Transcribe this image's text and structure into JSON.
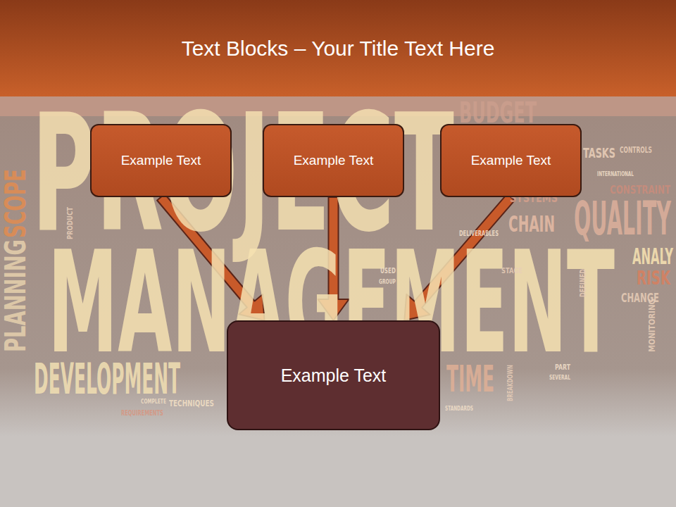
{
  "diagram": {
    "title": "Text Blocks – Your Title Text Here",
    "nodes": [
      {
        "text": [
          "Example Text"
        ]
      },
      {
        "text": [
          "Example Text"
        ]
      },
      {
        "text": [
          "Example Text"
        ]
      },
      {
        "text": [
          "Example Text"
        ]
      }
    ],
    "edges": [
      {
        "from": 0,
        "to": 3,
        "arrow": "to"
      },
      {
        "from": 1,
        "to": 3,
        "arrow": "to"
      },
      {
        "from": 2,
        "to": 3,
        "arrow": "to"
      }
    ],
    "labels": [
      "PROJECT",
      "MANAGEMENT",
      "DEVELOPMENT",
      "QUALITY",
      "PLANNING",
      "SCOPE",
      "BUDGET",
      "TASKS",
      "CONTROLS",
      "INTERNATIONAL",
      "CONSTRAINT",
      "SYSTEMS",
      "CHAIN",
      "ANALY",
      "RISK",
      "CHANGE",
      "MONITORING",
      "DEFINED",
      "STAGE",
      "USED",
      "GROUP",
      "PART",
      "SEVERAL",
      "BREAKDOWN",
      "STANDARDS",
      "TIME",
      "PRODUCT",
      "TECHNIQUES",
      "COMPLETE",
      "REQUIREMENTS",
      "DELIVERABLES"
    ]
  }
}
